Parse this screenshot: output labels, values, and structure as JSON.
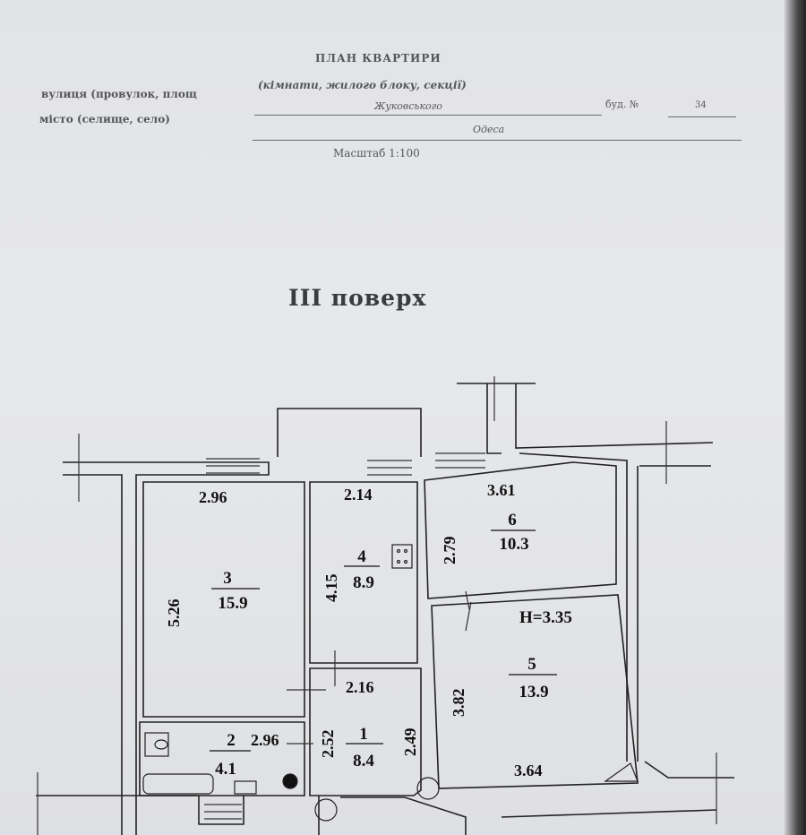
{
  "header": {
    "title": "ПЛАН КВАРТИРИ",
    "subtitle": "(кімнати, жилого блоку, секції)",
    "street_label": "вулиця (провулок, площ",
    "city_label": "місто (селище, село)",
    "street_value": "Жуковського",
    "house_label": "буд. №",
    "house_value": "34",
    "city_value": "Одеса",
    "scale": "Масштаб 1:100"
  },
  "floor_title": "III поверх",
  "ceiling_height": "H=3.35",
  "rooms": [
    {
      "id": "1",
      "area": "8.4",
      "dims": [
        "2.16",
        "2.52",
        "2.49"
      ]
    },
    {
      "id": "2",
      "area": "4.1",
      "dims": [
        "2.96"
      ]
    },
    {
      "id": "3",
      "area": "15.9",
      "dims": [
        "2.96",
        "5.26"
      ]
    },
    {
      "id": "4",
      "area": "8.9",
      "dims": [
        "2.14",
        "4.15"
      ]
    },
    {
      "id": "5",
      "area": "13.9",
      "dims": [
        "3.82",
        "3.64"
      ]
    },
    {
      "id": "6",
      "area": "10.3",
      "dims": [
        "3.61",
        "2.79"
      ]
    }
  ]
}
